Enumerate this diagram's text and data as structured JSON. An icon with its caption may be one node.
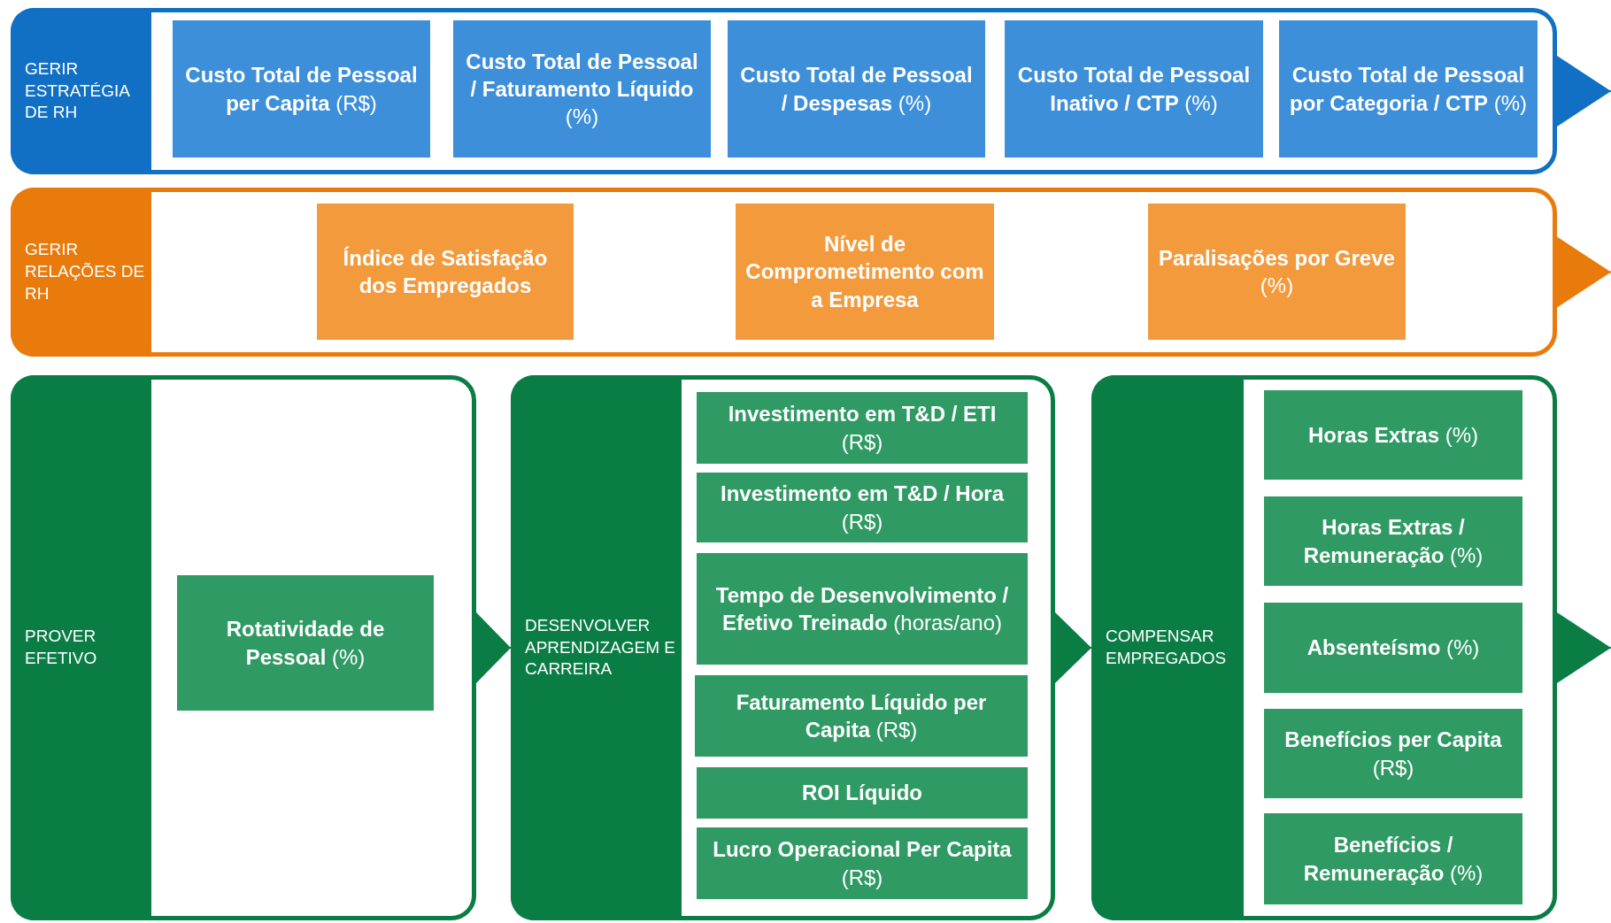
{
  "diagram": {
    "nodes": [
      {
        "text": [
          "GERIR ESTRATÉGIA DE RH"
        ]
      },
      {
        "text": [
          "**Custo Total de Pessoal per Capita** (R$)"
        ],
        "in": 0
      },
      {
        "text": [
          "**Custo Total de Pessoal / Faturamento Líquido** (%)"
        ],
        "in": 0
      },
      {
        "text": [
          "**Custo Total de Pessoal / Despesas** (%)"
        ],
        "in": 0
      },
      {
        "text": [
          "**Custo Total de Pessoal Inativo / CTP** (%)"
        ],
        "in": 0
      },
      {
        "text": [
          "**Custo Total de Pessoal por Categoria / CTP** (%)"
        ],
        "in": 0
      },
      {
        "text": [
          "GERIR RELAÇÕES DE RH"
        ]
      },
      {
        "text": [
          "**Índice de Satisfação dos Empregados**"
        ],
        "in": 6
      },
      {
        "text": [
          "**Nível de Comprometimento com a Empresa**"
        ],
        "in": 6
      },
      {
        "text": [
          "**Paralisações por Greve** (%)"
        ],
        "in": 6
      },
      {
        "text": [
          "PROVER EFETIVO"
        ]
      },
      {
        "text": [
          "**Rotatividade de Pessoal** (%)"
        ],
        "in": 10
      },
      {
        "text": [
          "DESENVOLVER APRENDIZAGEM E CARREIRA"
        ]
      },
      {
        "text": [
          "**Investimento em T&D / ETI** (R$)"
        ],
        "in": 12
      },
      {
        "text": [
          "**Investimento em T&D / Hora** (R$)"
        ],
        "in": 12
      },
      {
        "text": [
          "**Tempo de Desenvolvimento / Efetivo Treinado** (horas/ano)"
        ],
        "in": 12
      },
      {
        "text": [
          "**Faturamento Líquido per Capita** (R$)"
        ],
        "in": 12
      },
      {
        "text": [
          "**ROI Líquido**"
        ],
        "in": 12
      },
      {
        "text": [
          "**Lucro Operacional Per Capita** (R$)"
        ],
        "in": 12
      },
      {
        "text": [
          "COMPENSAR EMPREGADOS"
        ]
      },
      {
        "text": [
          "**Horas Extras** (%)"
        ],
        "in": 19
      },
      {
        "text": [
          "**Horas Extras / Remuneração** (%)"
        ],
        "in": 19
      },
      {
        "text": [
          "**Absenteísmo** (%)"
        ],
        "in": 19
      },
      {
        "text": [
          "**Benefícios per Capita** (R$)"
        ],
        "in": 19
      },
      {
        "text": [
          "**Benefícios / Remuneração** (%)"
        ],
        "in": 19
      }
    ],
    "edges": [
      {
        "from": 0,
        "to": null,
        "arrow": "to",
        "color": "#1170c4"
      },
      {
        "from": 6,
        "to": null,
        "arrow": "to",
        "color": "#e87b0c"
      },
      {
        "from": 10,
        "to": 12,
        "arrow": "to"
      },
      {
        "from": 12,
        "to": 19,
        "arrow": "to"
      },
      {
        "from": 19,
        "to": null,
        "arrow": "to"
      }
    ]
  }
}
